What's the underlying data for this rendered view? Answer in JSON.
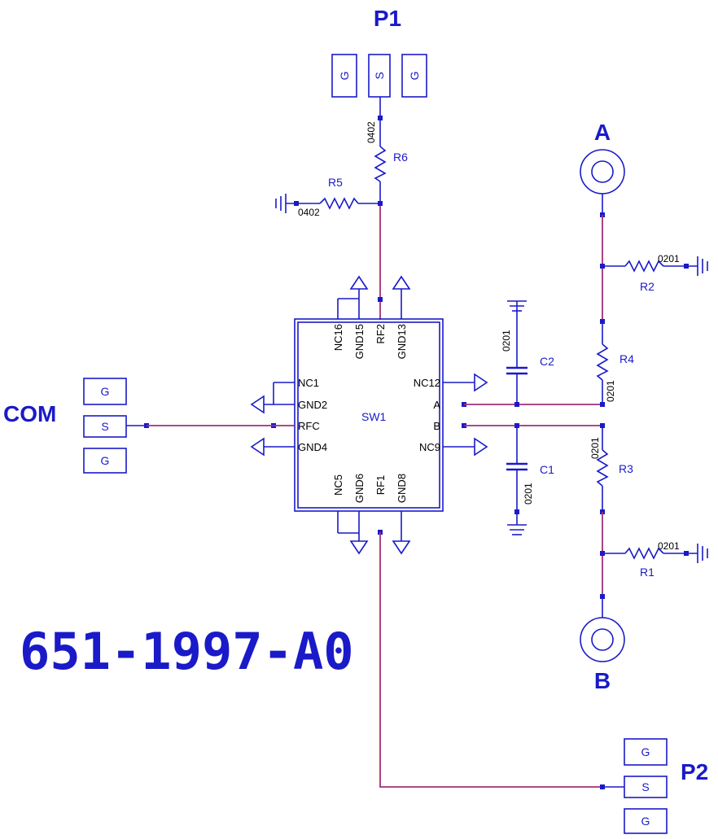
{
  "ports": {
    "p1": "P1",
    "p2": "P2",
    "com": "COM",
    "a": "A",
    "b": "B",
    "ground_pad": "G",
    "signal_pad": "S"
  },
  "switch": {
    "ref": "SW1",
    "pins": {
      "nc1": "NC1",
      "gnd2": "GND2",
      "rfc": "RFC",
      "gnd4": "GND4",
      "nc12": "NC12",
      "a": "A",
      "b": "B",
      "nc9": "NC9",
      "nc16": "NC16",
      "gnd15": "GND15",
      "rf2": "RF2",
      "gnd13": "GND13",
      "nc5": "NC5",
      "gnd6": "GND6",
      "rf1": "RF1",
      "gnd8": "GND8"
    }
  },
  "components": {
    "r1": {
      "ref": "R1",
      "pkg": "0201"
    },
    "r2": {
      "ref": "R2",
      "pkg": "0201"
    },
    "r3": {
      "ref": "R3",
      "pkg": "0201"
    },
    "r4": {
      "ref": "R4",
      "pkg": "0201"
    },
    "r5": {
      "ref": "R5",
      "pkg": "0402"
    },
    "r6": {
      "ref": "R6",
      "pkg": "0402"
    },
    "c1": {
      "ref": "C1",
      "pkg": "0201"
    },
    "c2": {
      "ref": "C2",
      "pkg": "0201"
    }
  },
  "board_id": "651-1997-A0",
  "colors": {
    "wire": "#1a1ac8",
    "net": "#a0307a",
    "text": "#1a1ac8"
  }
}
